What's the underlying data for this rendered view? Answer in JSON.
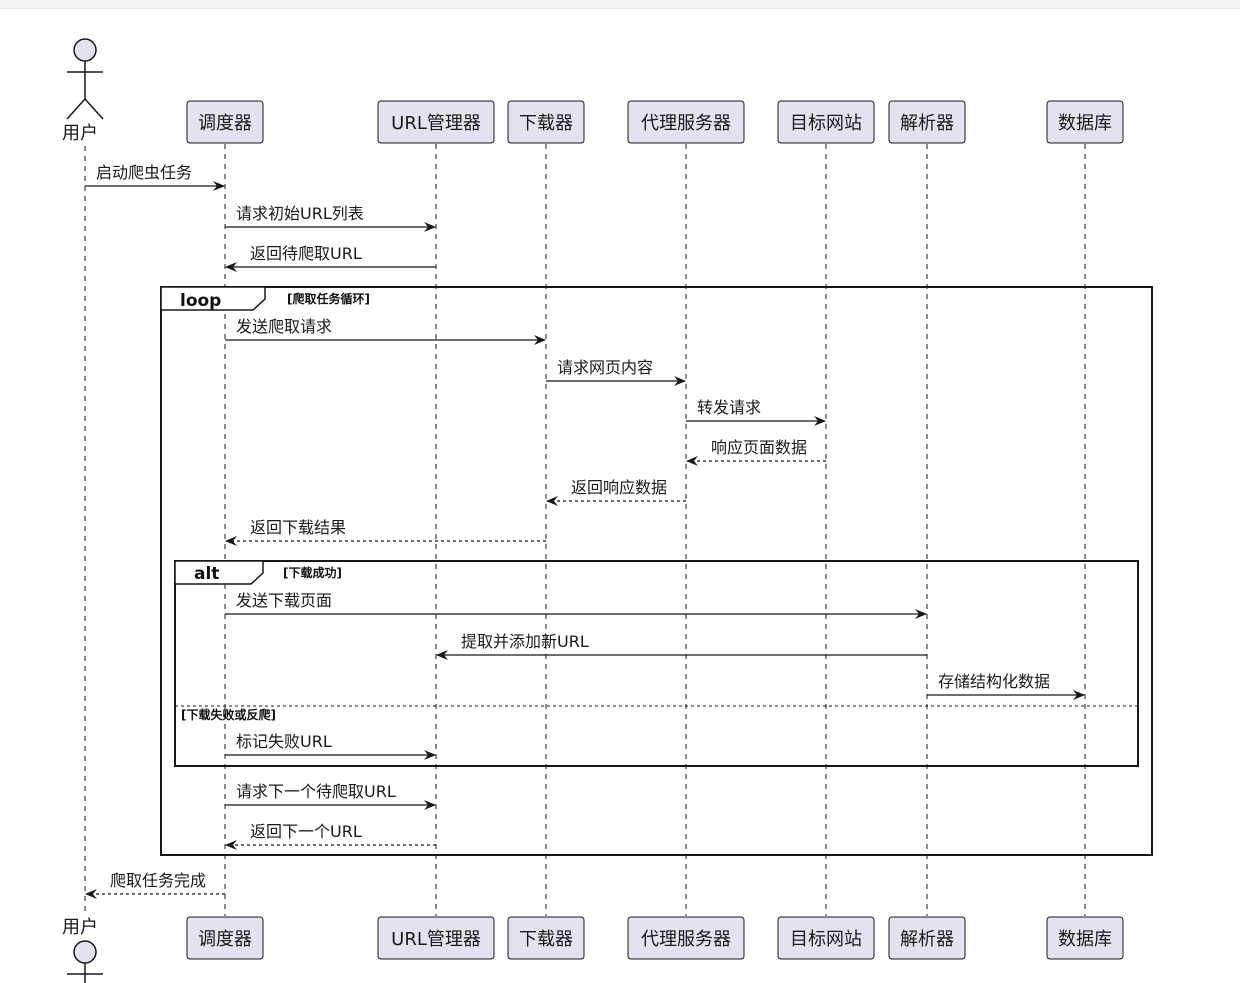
{
  "colors": {
    "box_fill": "#e2e2f0",
    "box_stroke": "#181818",
    "line": "#181818"
  },
  "participants": [
    {
      "id": "user",
      "label": "用户",
      "kind": "actor"
    },
    {
      "id": "sched",
      "label": "调度器",
      "kind": "box"
    },
    {
      "id": "urlmgr",
      "label": "URL管理器",
      "kind": "box"
    },
    {
      "id": "dl",
      "label": "下载器",
      "kind": "box"
    },
    {
      "id": "proxy",
      "label": "代理服务器",
      "kind": "box"
    },
    {
      "id": "site",
      "label": "目标网站",
      "kind": "box"
    },
    {
      "id": "parser",
      "label": "解析器",
      "kind": "box"
    },
    {
      "id": "db",
      "label": "数据库",
      "kind": "box"
    }
  ],
  "messages": [
    {
      "from": "user",
      "to": "sched",
      "label": "启动爬虫任务",
      "style": "solid"
    },
    {
      "from": "sched",
      "to": "urlmgr",
      "label": "请求初始URL列表",
      "style": "solid"
    },
    {
      "from": "urlmgr",
      "to": "sched",
      "label": "返回待爬取URL",
      "style": "solid"
    },
    {
      "from": "sched",
      "to": "dl",
      "label": "发送爬取请求",
      "style": "solid"
    },
    {
      "from": "dl",
      "to": "proxy",
      "label": "请求网页内容",
      "style": "solid"
    },
    {
      "from": "proxy",
      "to": "site",
      "label": "转发请求",
      "style": "solid"
    },
    {
      "from": "site",
      "to": "proxy",
      "label": "响应页面数据",
      "style": "dashed"
    },
    {
      "from": "proxy",
      "to": "dl",
      "label": "返回响应数据",
      "style": "dashed"
    },
    {
      "from": "dl",
      "to": "sched",
      "label": "返回下载结果",
      "style": "dashed"
    },
    {
      "from": "sched",
      "to": "parser",
      "label": "发送下载页面",
      "style": "solid"
    },
    {
      "from": "parser",
      "to": "urlmgr",
      "label": "提取并添加新URL",
      "style": "solid"
    },
    {
      "from": "parser",
      "to": "db",
      "label": "存储结构化数据",
      "style": "solid"
    },
    {
      "from": "sched",
      "to": "urlmgr",
      "label": "标记失败URL",
      "style": "solid"
    },
    {
      "from": "sched",
      "to": "urlmgr",
      "label": "请求下一个待爬取URL",
      "style": "solid"
    },
    {
      "from": "urlmgr",
      "to": "sched",
      "label": "返回下一个URL",
      "style": "dashed"
    },
    {
      "from": "sched",
      "to": "user",
      "label": "爬取任务完成",
      "style": "dashed"
    }
  ],
  "fragments": [
    {
      "keyword": "loop",
      "condition": "[爬取任务循环]"
    },
    {
      "keyword": "alt",
      "condition": "[下载成功]",
      "else_condition": "[下载失败或反爬]"
    }
  ]
}
